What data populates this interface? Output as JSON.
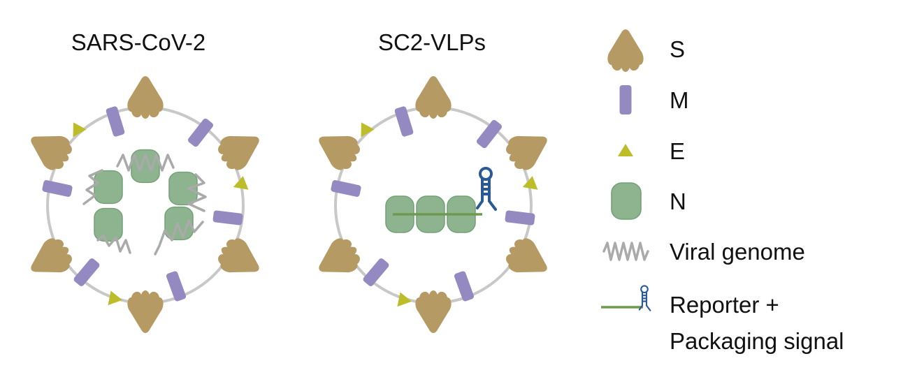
{
  "titles": {
    "left": "SARS-CoV-2",
    "right": "SC2-VLPs"
  },
  "legend": {
    "s_label": "S",
    "m_label": "M",
    "e_label": "E",
    "n_label": "N",
    "genome_label": "Viral genome",
    "reporter_label_1": "Reporter +",
    "reporter_label_2": "Packaging signal"
  },
  "colors": {
    "spike": "#b59a63",
    "membrane": "#9489c0",
    "envelope": "#bdbd2a",
    "nucleocapsid": "#8db38f",
    "nucleocapsid_stroke": "#73a077",
    "genome": "#aaaaaa",
    "reporter_line": "#6e9a4e",
    "packaging_signal": "#2a5a96",
    "envelope_circle": "#c8c8c8"
  }
}
